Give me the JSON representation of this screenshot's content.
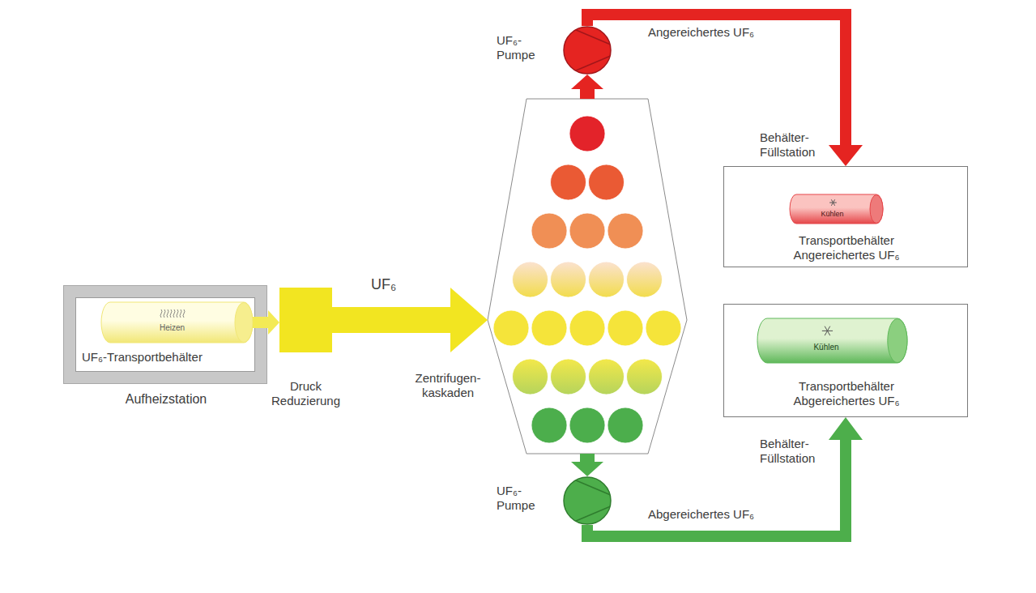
{
  "diagram": {
    "nodes": [
      {
        "text": [
          "Aufheizstation"
        ]
      },
      {
        "text": [
          "UF₆-Transportbehälter"
        ],
        "in": 0
      },
      {
        "text": [
          "Heizen"
        ],
        "in": 1
      },
      {
        "text": [
          "Druck Reduzierung"
        ]
      },
      {
        "text": [
          "Zentrifugen- kaskaden"
        ]
      },
      {
        "text": [
          "UF₆- Pumpe"
        ]
      },
      {
        "text": [
          "UF₆- Pumpe"
        ]
      },
      {
        "text": [
          "Behälter- Füllstation",
          "Transportbehälter Angereichertes UF₆"
        ]
      },
      {
        "text": [
          "Kühlen"
        ],
        "in": 7
      },
      {
        "text": [
          "Behälter- Füllstation",
          "Transportbehälter Abgereichertes UF₆"
        ]
      },
      {
        "text": [
          "Kühlen"
        ],
        "in": 9
      }
    ],
    "edges": [
      {
        "from": 2,
        "to": 3,
        "arrow": "to"
      },
      {
        "from": 3,
        "to": 4,
        "arrow": "to",
        "label": "UF₆"
      },
      {
        "from": 4,
        "to": 5,
        "arrow": "to"
      },
      {
        "from": 5,
        "to": 7,
        "arrow": "to",
        "label": "Angereichertes UF₆"
      },
      {
        "from": 4,
        "to": 6,
        "arrow": "to"
      },
      {
        "from": 6,
        "to": 9,
        "arrow": "to",
        "label": "Abgereichertes UF₆"
      }
    ]
  }
}
